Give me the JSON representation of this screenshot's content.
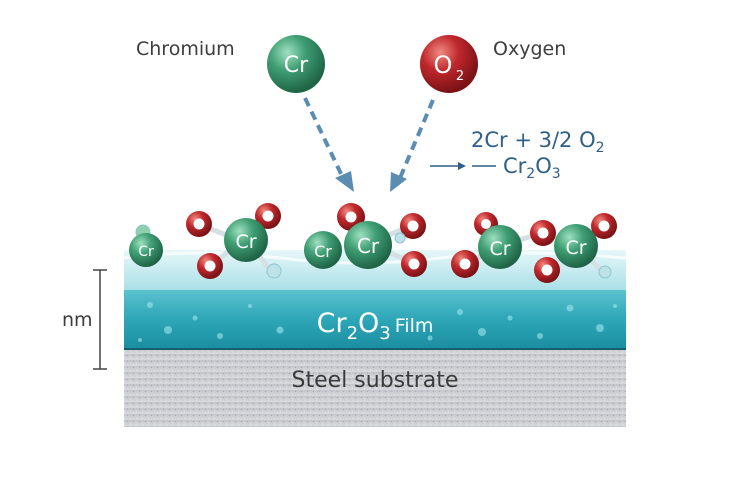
{
  "labels": {
    "chromium": "Chromium",
    "oxygen": "Oxygen",
    "scale": "nm",
    "steel": "Steel substrate"
  },
  "atoms": {
    "chromium_symbol": "Cr",
    "oxygen_symbol": "O",
    "oxygen_subscript": "2"
  },
  "equation": {
    "reactant_cr": "2Cr + 3/2 O",
    "reactant_o_sub": "2",
    "product_cr": "Cr",
    "product_cr_sub": "2",
    "product_o": "O",
    "product_o_sub": "3"
  },
  "film": {
    "formula_cr": "Cr",
    "formula_cr_sub": "2",
    "formula_o": "O",
    "formula_o_sub": "3",
    "word": "Film"
  },
  "colors": {
    "chromium": "#3f9e73",
    "oxygen": "#c0282c",
    "film": "#2ea7b8",
    "surface": "#bfe9ee",
    "steel": "#c9ccd1",
    "arrow": "#5b8db3",
    "equation_text": "#2f5f86"
  }
}
